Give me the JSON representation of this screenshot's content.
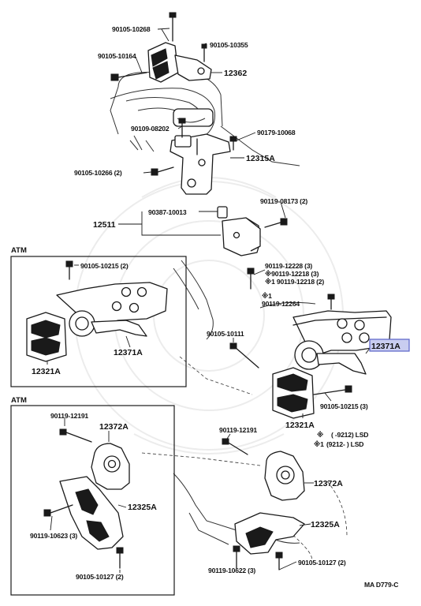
{
  "labels": {
    "b_90105_10268": "90105-10268",
    "b_90105_10355": "90105-10355",
    "b_90105_10164": "90105-10164",
    "p_12362": "12362",
    "b_90109_08202": "90109-08202",
    "b_90179_10068": "90179-10068",
    "b_90105_10266": "90105-10266 (2)",
    "p_12315A": "12315A",
    "b_90119_08173": "90119-08173 (2)",
    "b_90387_10013": "90387-10013",
    "p_12511": "12511",
    "b_90105_10215_2": "90105-10215 (2)",
    "b_90119_12228": "90119-12228 (3)",
    "b_90119_12218_3": "※90119-12218 (3)",
    "b_90119_12218_2": "※1 90119-12218 (2)",
    "note_1": "※1",
    "b_90119_12264": "90119-12264",
    "b_90105_10111": "90105-10111",
    "p_12371A_left": "12371A",
    "p_12371A_main": "12371A",
    "p_12321A_left": "12321A",
    "p_12321A_main": "12321A",
    "b_90105_10215_3": "90105-10215 (3)",
    "b_90119_12191_left": "90119-12191",
    "b_90119_12191_main": "90119-12191",
    "p_12372A_left": "12372A",
    "p_12372A_main": "12372A",
    "p_12325A_left": "12325A",
    "p_12325A_main": "12325A",
    "b_90119_10623": "90119-10623 (3)",
    "b_90105_10127_left": "90105-10127 (2)",
    "b_90105_10127_main": "90105-10127 (2)",
    "b_90119_10622": "90119-10622 (3)",
    "atm_top": "ATM",
    "atm_bottom": "ATM",
    "legend_1_mark": "※",
    "legend_1_text": "(     -9212) LSD",
    "legend_2_mark": "※1",
    "legend_2_text": "(9212-       ) LSD",
    "drawing_code": "MA D779-C"
  },
  "highlight": "12371A"
}
